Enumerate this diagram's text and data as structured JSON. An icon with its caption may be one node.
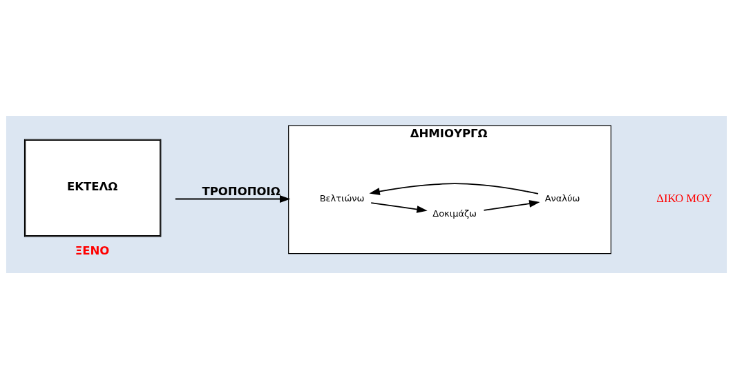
{
  "diagram": {
    "nodes": [
      {
        "text": [
          "ΕΚΤΕΛΩ"
        ],
        "beside": [
          "ΞΕΝΟ"
        ]
      },
      {
        "text": [
          "ΔΗΜΙΟΥΡΓΩ"
        ],
        "beside": [
          "ΔΙΚΟ ΜΟΥ"
        ]
      },
      {
        "text": [
          "Βελτιώνω"
        ],
        "in": 1
      },
      {
        "text": [
          "Δοκιμάζω"
        ],
        "in": 1
      },
      {
        "text": [
          "Αναλύω"
        ],
        "in": 1
      }
    ],
    "edges": [
      {
        "from": 0,
        "to": 1,
        "arrow": "to",
        "label": "ΤΡΟΠΟΠΟΙΩ"
      },
      {
        "from": 2,
        "to": 3,
        "arrow": "to"
      },
      {
        "from": 3,
        "to": 4,
        "arrow": "to"
      },
      {
        "from": 4,
        "to": 2,
        "arrow": "to"
      }
    ]
  }
}
